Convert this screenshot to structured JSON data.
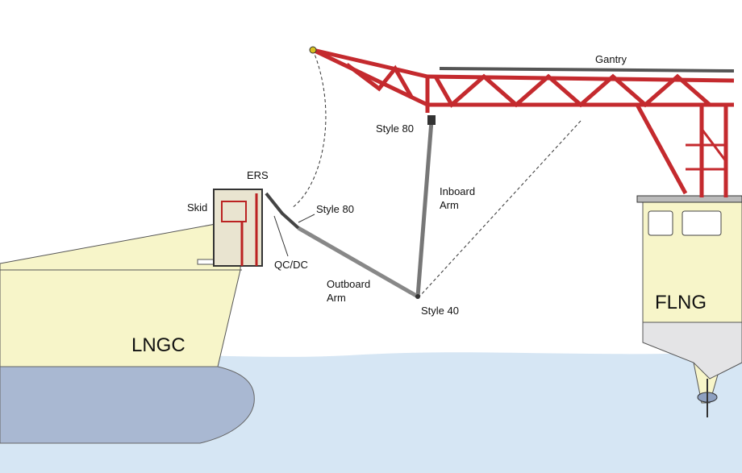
{
  "labels": {
    "gantry": "Gantry",
    "style80_top": "Style 80",
    "inboard_arm_line1": "Inboard",
    "inboard_arm_line2": "Arm",
    "ers": "ERS",
    "skid": "Skid",
    "style80_lower": "Style 80",
    "qcdc": "QC/DC",
    "outboard_arm_line1": "Outboard",
    "outboard_arm_line2": "Arm",
    "style40": "Style 40",
    "lngc": "LNGC",
    "flng": "FLNG"
  },
  "colors": {
    "water": "#d6e6f4",
    "hull_above": "#f7f5c9",
    "hull_below": "#a9b8d2",
    "crane_red": "#c42a2e",
    "flng_grey": "#e4e4e6"
  }
}
